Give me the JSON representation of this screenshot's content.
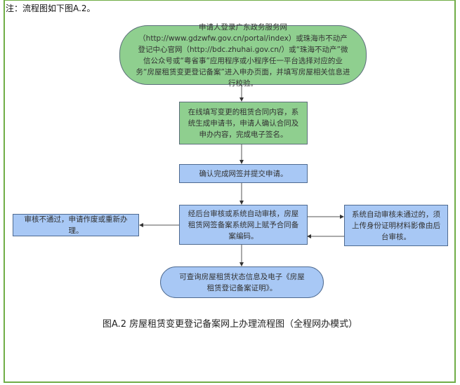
{
  "note": "注：流程图如下图A.2。",
  "nodes": {
    "start": "申请人登录广东政务服务网（http://www.gdzwfw.gov.cn/portal/index）或珠海市不动产登记中心官网（http://bdc.zhuhai.gov.cn/）或“珠海不动产”微信公众号或“粤省事”应用程序或小程序任一平台选择对应的业务“房屋租赁变更登记备案”进入申办页面，并填写房屋相关信息进行校验。",
    "fill_contract": "在线填写变更的租赁合同内容，系统生成申请书，申请人确认合同及申办内容，完成电子签名。",
    "confirm_submit": "确认完成网签并提交申请。",
    "review": "经后台审核或系统自动审核，房屋租赁网签备案系统网上赋予合同备案编码。",
    "rejected": "审核不通过，申请作废或重新办理。",
    "manual_review": "系统自动审核未通过的，须上传身份证明材料影像由后台审核。",
    "end": "可查询房屋租赁状态信息及电子《房屋租赁登记备案证明》。"
  },
  "caption": "图A.2 房屋租赁变更登记备案网上办理流程图（全程网办模式）",
  "colors": {
    "frame": "#70ad47",
    "green_fill": "#8fcf8f",
    "blue_fill": "#a8c8f5",
    "connector": "#555555"
  }
}
